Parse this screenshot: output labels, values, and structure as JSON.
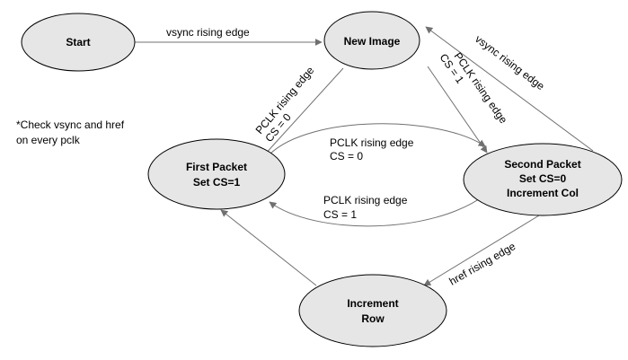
{
  "states": {
    "start": "Start",
    "new_image": "New Image",
    "first_packet": [
      "First Packet",
      "Set CS=1"
    ],
    "second_packet": [
      "Second Packet",
      "Set CS=0",
      "Increment Col"
    ],
    "increment_row": [
      "Increment",
      "Row"
    ]
  },
  "edges": {
    "start_to_new_image": "vsync rising edge",
    "second_to_new_image": "vsync rising edge",
    "new_image_to_first": [
      "PCLK rising edge",
      "CS = 0"
    ],
    "new_image_to_second": [
      "PCLK rising edge",
      "CS = 1"
    ],
    "first_to_second": [
      "PCLK rising edge",
      "CS = 0"
    ],
    "second_to_first": [
      "PCLK rising edge",
      "CS = 1"
    ],
    "second_to_increment_row": "href rising edge"
  },
  "note": [
    "*Check vsync and href",
    "on every pclk"
  ],
  "colors": {
    "state_fill": "#e6e6e6",
    "edge": "#707070"
  }
}
